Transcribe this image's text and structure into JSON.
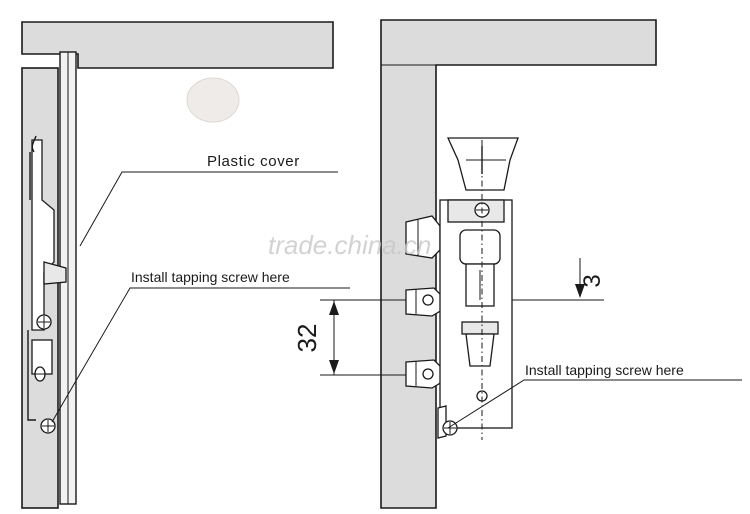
{
  "labels": {
    "plastic_cover": "Plastic cover",
    "install_left": "Install tapping screw here",
    "install_right": "Install tapping screw here",
    "dim_32": "32",
    "dim_3": "3"
  },
  "watermark": "trade.china.cn",
  "colors": {
    "line": "#1a1a1a",
    "panel_fill": "#dcdcdc",
    "cover_fill": "#eeebe8",
    "background": "#ffffff"
  }
}
